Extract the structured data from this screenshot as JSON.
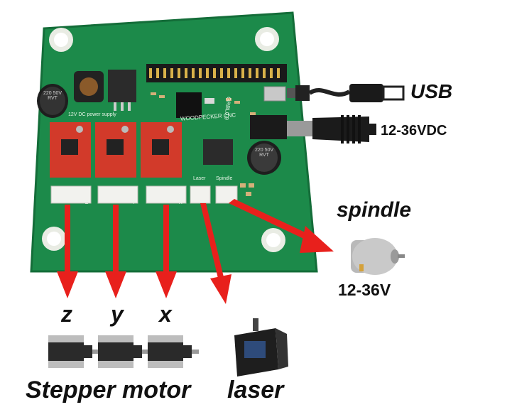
{
  "board": {
    "silkscreen_top": "WOODPECKER CNC",
    "silkscreen_mid": "GRBL0.9",
    "cap_left": "220 50V RVT",
    "cap_right": "220 50V RVT",
    "power_note": "12V DC power supply",
    "port_laser": "Laser",
    "port_spindle": "Spindle",
    "axis_x": "X",
    "axis_y": "Y",
    "axis_z": "Z"
  },
  "labels": {
    "usb": "USB",
    "dc_input": "12-36VDC",
    "spindle": "spindle",
    "spindle_voltage": "12-36V",
    "z": "z",
    "y": "y",
    "x": "x",
    "stepper_motor": "Stepper motor",
    "laser": "laser"
  },
  "colors": {
    "pcb": "#1c8a4a",
    "pcb_edge": "#146d39",
    "driver": "#d23a2a",
    "arrow": "#e8201c",
    "connector": "#f2f2ee",
    "motor_body": "#2a2a2a",
    "motor_metal": "#b9b9b9"
  },
  "icons": [
    "usb-cable-icon",
    "dc-jack-cable-icon",
    "dc-motor-icon",
    "stepper-motor-icon",
    "laser-module-icon"
  ]
}
